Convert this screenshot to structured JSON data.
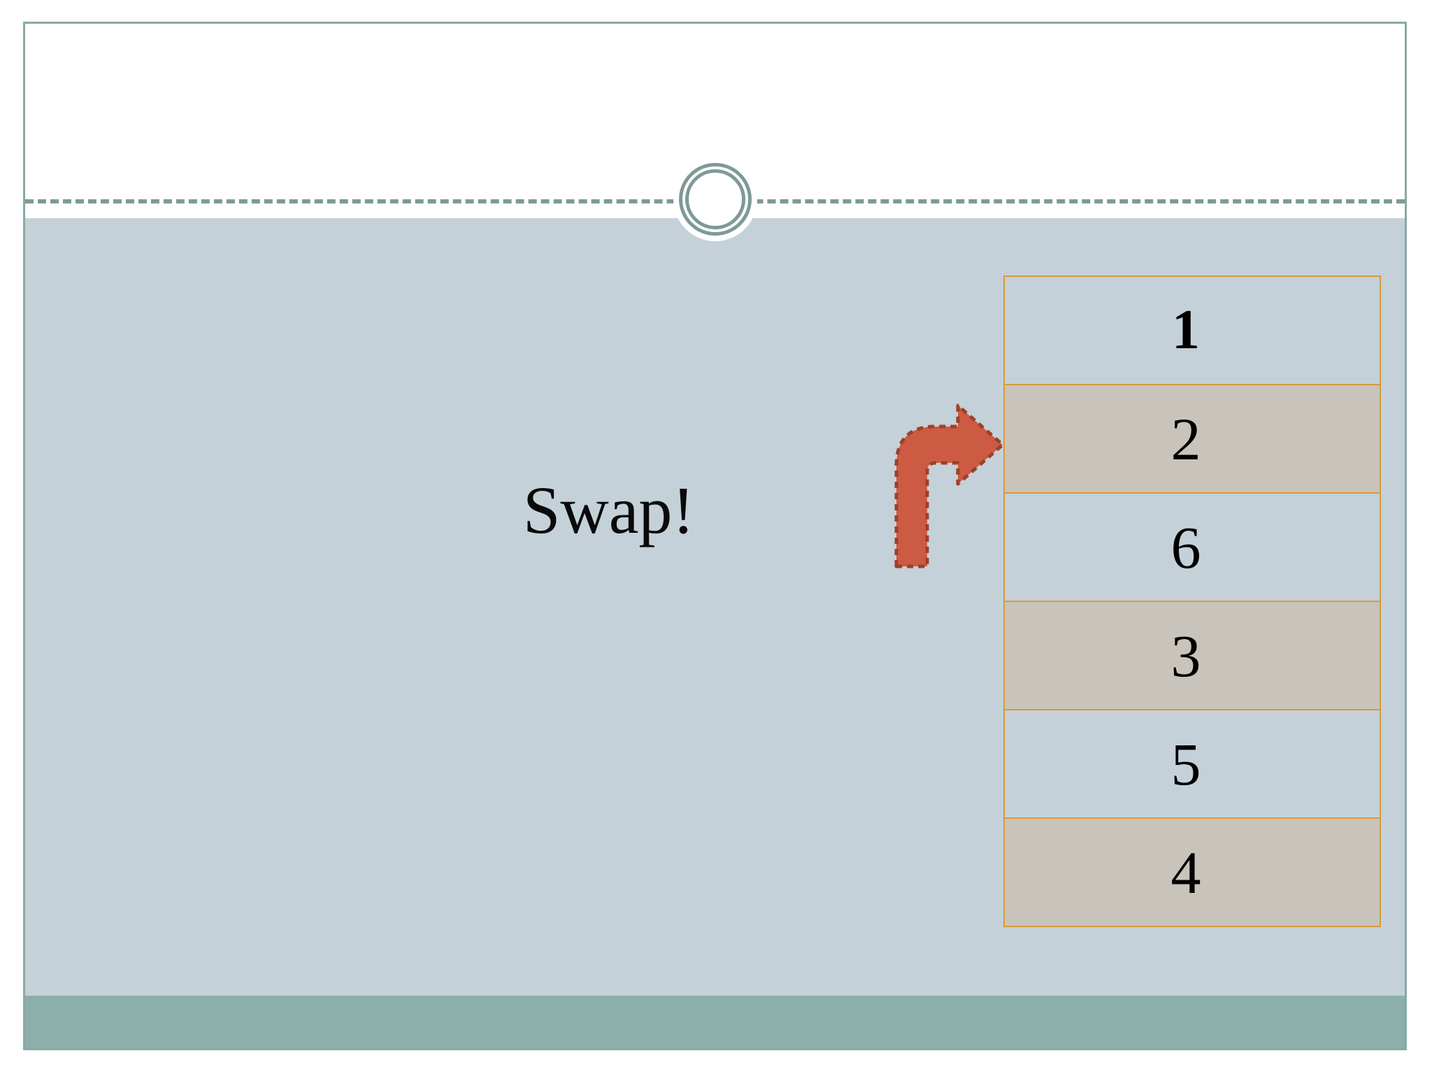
{
  "slide": {
    "title": "",
    "theme": {
      "frame_border": "#8aa8a4",
      "title_band": "#ffffff",
      "content_background": "#c5d1d8",
      "footer_band": "#8cafab",
      "divider": "#7e9a96",
      "table_border": "#d8983f",
      "row_blue": "#c5d1d8",
      "row_beige": "#c9c4bb",
      "arrow_fill": "#cd5b43",
      "arrow_outline": "#9e3f2c",
      "text": "#000000"
    }
  },
  "ornament": {
    "name": "double-ring-circle"
  },
  "annotation": {
    "label": "Swap!",
    "arrow_icon": "bent-right-arrow"
  },
  "array": {
    "cells": [
      {
        "value": "1",
        "tone": "blue",
        "emphasis": true
      },
      {
        "value": "2",
        "tone": "beige",
        "emphasis": false
      },
      {
        "value": "6",
        "tone": "blue",
        "emphasis": false
      },
      {
        "value": "3",
        "tone": "beige",
        "emphasis": false
      },
      {
        "value": "5",
        "tone": "blue",
        "emphasis": false
      },
      {
        "value": "4",
        "tone": "beige",
        "emphasis": false
      }
    ]
  }
}
